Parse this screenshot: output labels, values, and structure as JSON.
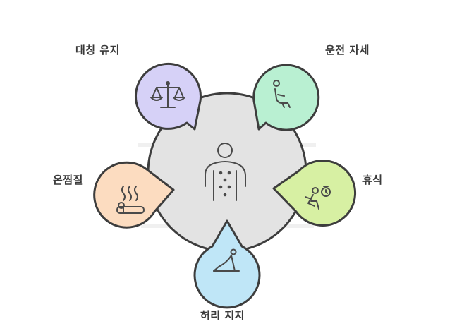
{
  "labels": {
    "symmetry": "대칭 유지",
    "driving": "운전 자세",
    "heat": "온찜질",
    "rest": "휴식",
    "waist": "허리 지지"
  },
  "icons": {
    "center": "human-body-icon",
    "symmetry": "balance-scale-icon",
    "driving": "seated-posture-icon",
    "heat": "heat-compress-icon",
    "rest": "running-stopwatch-icon",
    "waist": "lower-back-stretch-icon"
  },
  "colors": {
    "center_fill": "#e3e3e3",
    "outline": "#3d3d3d",
    "symmetry": "#d6d1f7",
    "driving": "#b9f0d2",
    "heat": "#fcdcc0",
    "rest": "#d7f0a3",
    "waist": "#bfe6f7"
  }
}
